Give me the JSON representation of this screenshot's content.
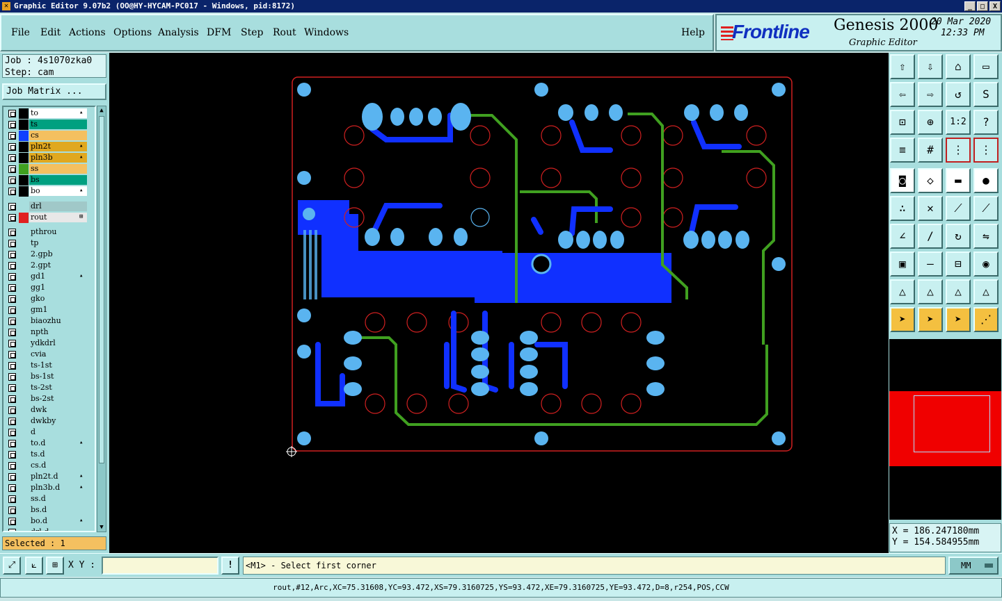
{
  "window": {
    "title": "Graphic Editor 9.07b2 (OO@HY-HYCAM-PC017 - Windows, pid:8172)",
    "min": "_",
    "max": "□",
    "close": "X"
  },
  "menu": {
    "file": "File",
    "edit": "Edit",
    "actions": "Actions",
    "options": "Options",
    "analysis": "Analysis",
    "dfm": "DFM",
    "step": "Step",
    "rout": "Rout",
    "windows": "Windows",
    "help": "Help"
  },
  "brand": {
    "logo": "Frontline",
    "product": "Genesis 2000",
    "subtitle": "Graphic Editor",
    "date": "20 Mar 2020",
    "time": "12:33 PM"
  },
  "job": {
    "job_line": "Job : 4s1070zka0",
    "step_line": "Step: cam",
    "matrix_button": "Job Matrix ..."
  },
  "layers": [
    {
      "name": "to",
      "color": "#ffffff",
      "swatch": "#000000",
      "flag": "▴"
    },
    {
      "name": "ts",
      "color": "#00a080",
      "swatch": "#000000",
      "flag": ""
    },
    {
      "name": "cs",
      "color": "#f4c060",
      "swatch": "#1040ff",
      "flag": ""
    },
    {
      "name": "pln2t",
      "color": "#e0a820",
      "swatch": "#000000",
      "flag": "▴"
    },
    {
      "name": "pln3b",
      "color": "#e0a820",
      "swatch": "#000000",
      "flag": "▴"
    },
    {
      "name": "ss",
      "color": "#f4c060",
      "swatch": "#40a020",
      "flag": ""
    },
    {
      "name": "bs",
      "color": "#00a080",
      "swatch": "#000000",
      "flag": ""
    },
    {
      "name": "bo",
      "color": "#ffffff",
      "swatch": "#000000",
      "flag": "▴"
    },
    {
      "name": "drl",
      "color": "#a0c8c8",
      "swatch": "#a8dede",
      "flag": ""
    },
    {
      "name": "rout",
      "color": "#e8e8e8",
      "swatch": "#e02020",
      "flag": "⊞"
    },
    {
      "name": "pthrou",
      "color": "#a8dede",
      "swatch": "#a8dede",
      "flag": ""
    },
    {
      "name": "tp",
      "color": "#a8dede",
      "swatch": "#a8dede",
      "flag": ""
    },
    {
      "name": "2.gpb",
      "color": "#a8dede",
      "swatch": "#a8dede",
      "flag": ""
    },
    {
      "name": "2.gpt",
      "color": "#a8dede",
      "swatch": "#a8dede",
      "flag": ""
    },
    {
      "name": "gd1",
      "color": "#a8dede",
      "swatch": "#a8dede",
      "flag": "▴"
    },
    {
      "name": "gg1",
      "color": "#a8dede",
      "swatch": "#a8dede",
      "flag": ""
    },
    {
      "name": "gko",
      "color": "#a8dede",
      "swatch": "#a8dede",
      "flag": ""
    },
    {
      "name": "gm1",
      "color": "#a8dede",
      "swatch": "#a8dede",
      "flag": ""
    },
    {
      "name": "biaozhu",
      "color": "#a8dede",
      "swatch": "#a8dede",
      "flag": ""
    },
    {
      "name": "npth",
      "color": "#a8dede",
      "swatch": "#a8dede",
      "flag": ""
    },
    {
      "name": "ydkdrl",
      "color": "#a8dede",
      "swatch": "#a8dede",
      "flag": ""
    },
    {
      "name": "cvia",
      "color": "#a8dede",
      "swatch": "#a8dede",
      "flag": ""
    },
    {
      "name": "ts-1st",
      "color": "#a8dede",
      "swatch": "#a8dede",
      "flag": ""
    },
    {
      "name": "bs-1st",
      "color": "#a8dede",
      "swatch": "#a8dede",
      "flag": ""
    },
    {
      "name": "ts-2st",
      "color": "#a8dede",
      "swatch": "#a8dede",
      "flag": ""
    },
    {
      "name": "bs-2st",
      "color": "#a8dede",
      "swatch": "#a8dede",
      "flag": ""
    },
    {
      "name": "dwk",
      "color": "#a8dede",
      "swatch": "#a8dede",
      "flag": ""
    },
    {
      "name": "dwkby",
      "color": "#a8dede",
      "swatch": "#a8dede",
      "flag": ""
    },
    {
      "name": "d",
      "color": "#a8dede",
      "swatch": "#a8dede",
      "flag": ""
    },
    {
      "name": "to.d",
      "color": "#a8dede",
      "swatch": "#a8dede",
      "flag": "▴"
    },
    {
      "name": "ts.d",
      "color": "#a8dede",
      "swatch": "#a8dede",
      "flag": ""
    },
    {
      "name": "cs.d",
      "color": "#a8dede",
      "swatch": "#a8dede",
      "flag": ""
    },
    {
      "name": "pln2t.d",
      "color": "#a8dede",
      "swatch": "#a8dede",
      "flag": "▴"
    },
    {
      "name": "pln3b.d",
      "color": "#a8dede",
      "swatch": "#a8dede",
      "flag": "▴"
    },
    {
      "name": "ss.d",
      "color": "#a8dede",
      "swatch": "#a8dede",
      "flag": ""
    },
    {
      "name": "bs.d",
      "color": "#a8dede",
      "swatch": "#a8dede",
      "flag": ""
    },
    {
      "name": "bo.d",
      "color": "#a8dede",
      "swatch": "#a8dede",
      "flag": "▴"
    },
    {
      "name": "drl.d",
      "color": "#a8dede",
      "swatch": "#a8dede",
      "flag": ""
    }
  ],
  "selected": "Selected : 1",
  "toolbar": {
    "t2_3": "1:2",
    "t3_3": "?"
  },
  "coords": {
    "x": "X = 186.247180mm",
    "y": "Y = 154.584955mm"
  },
  "bottom": {
    "xy_label": "X Y :",
    "xy_value": "",
    "prompt": "<M1> - Select first corner",
    "units": "MM",
    "warn": "!"
  },
  "status": "rout,#12,Arc,XC=75.31608,YC=93.472,XS=79.3160725,YS=93.472,XE=79.3160725,YE=93.472,D=8,r254,POS,CCW",
  "colors": {
    "board_outline": "#d02020",
    "copper": "#1030ff",
    "pad": "#5ab4f0",
    "trace_green": "#40a020",
    "drill_ring": "#d02020"
  }
}
